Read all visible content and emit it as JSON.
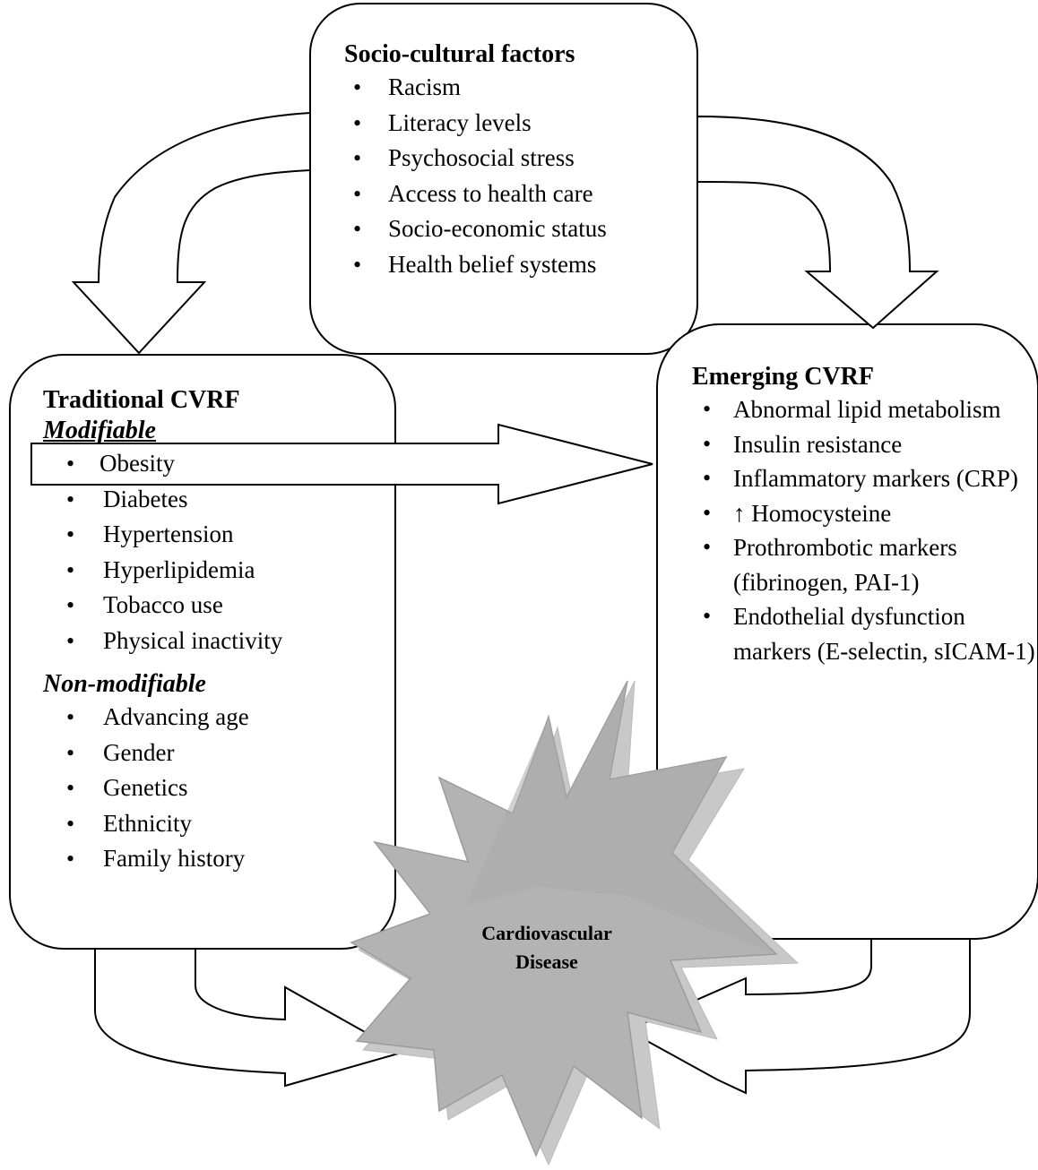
{
  "socio_cultural": {
    "title": "Socio-cultural factors",
    "items": [
      "Racism",
      "Literacy levels",
      "Psychosocial stress",
      "Access to health care",
      "Socio-economic status",
      "Health belief systems"
    ]
  },
  "traditional": {
    "title": "Traditional CVRF",
    "modifiable_label": "Modifiable",
    "modifiable_items": [
      "Obesity",
      "Diabetes",
      "Hypertension",
      "Hyperlipidemia",
      "Tobacco use",
      "Physical inactivity"
    ],
    "non_modifiable_label": "Non-modifiable",
    "non_modifiable_items": [
      "Advancing age",
      "Gender",
      "Genetics",
      "Ethnicity",
      "Family history"
    ]
  },
  "emerging": {
    "title": "Emerging CVRF",
    "items": [
      "Abnormal lipid metabolism",
      "Insulin resistance",
      "Inflammatory markers (CRP)",
      "↑ Homocysteine",
      "Prothrombotic markers (fibrinogen, PAI-1)",
      "Endothelial dysfunction markers (E-selectin, sICAM-1)"
    ]
  },
  "center": {
    "line1": "Cardiovascular",
    "line2": "Disease"
  }
}
